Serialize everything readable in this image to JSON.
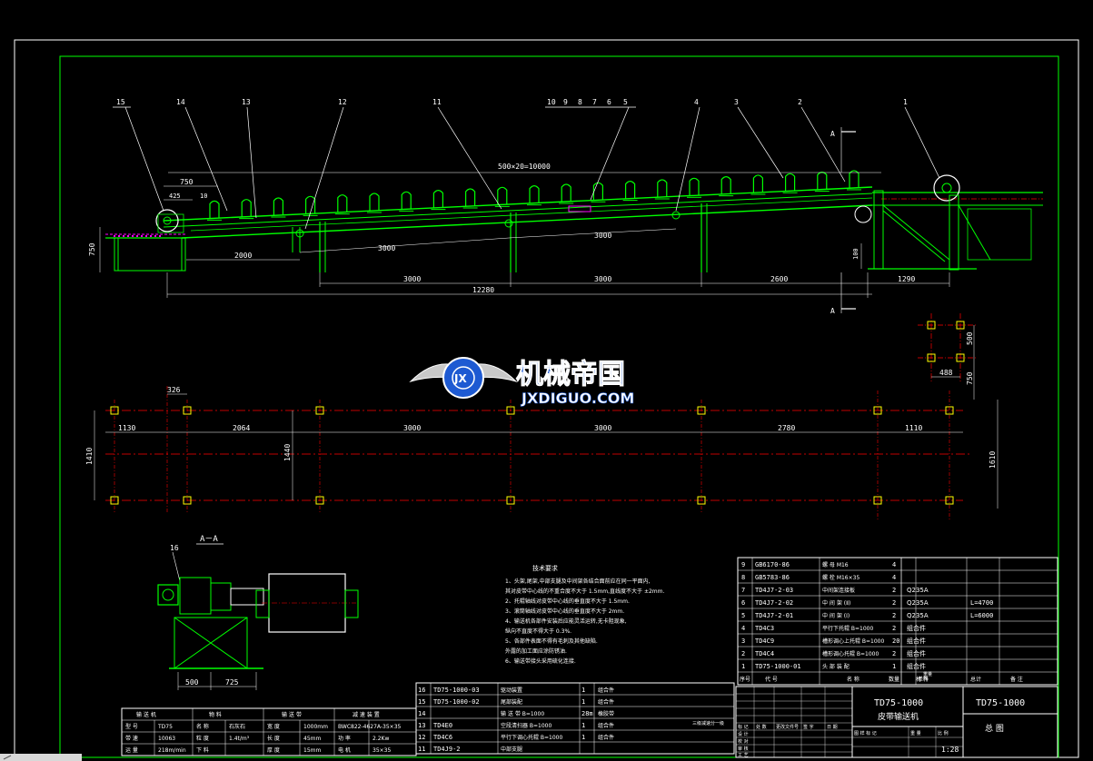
{
  "colors": {
    "background": "#000000",
    "frame": "#ffffff",
    "inner_frame": "#00ff00",
    "structure": "#00ff00",
    "dimension": "#ffffff",
    "centerline": "#ff0000",
    "leader": "#ffffff",
    "highlight": "#ff00ff",
    "table_line": "#ffffff",
    "accent_yellow": "#ffff00",
    "watermark_blue": "#1e5ad2"
  },
  "elevation": {
    "part_numbers": [
      "15",
      "14",
      "13",
      "12",
      "11",
      "10",
      "9",
      "8",
      "7",
      "6",
      "5",
      "4",
      "3",
      "2",
      "1"
    ],
    "section_mark": "A",
    "dims": {
      "top_span": "500×20=10000",
      "left_750": "750",
      "left_425": "425",
      "left_10": "10",
      "height_750": "750",
      "d2000": "2000",
      "d3000a": "3000",
      "d3000b": "3000",
      "b3000a": "3000",
      "b3000b": "3000",
      "b2600": "2600",
      "b1290": "1290",
      "total": "12280",
      "h100": "100"
    }
  },
  "plan": {
    "dims": {
      "d326": "326",
      "d1130": "1130",
      "d2064": "2064",
      "d3000a": "3000",
      "d3000b": "3000",
      "d2780": "2780",
      "d1110": "1110",
      "h1410": "1410",
      "h1440": "1440",
      "h1610": "1610"
    }
  },
  "foundation_detail": {
    "d500": "500",
    "d488": "488",
    "d750": "750"
  },
  "section_view": {
    "title": "A－A",
    "part_no": "16",
    "d500": "500",
    "d725": "725"
  },
  "notes": {
    "title": "技术要求",
    "lines": [
      "1、头架,尾架,中部支腿及中间架各结合面前应在同一平面内,",
      "   其对皮带中心线的不重合度不大于  1.5mm,直线度不大于  ±2mm.",
      "2、托辊轴线对皮带中心线的垂直度不大于  1.5mm.",
      "3、滚筒轴线对皮带中心线的垂直度不大于  2mm.",
      "4、输送机各部件安装后应能灵活运转,无卡阻现象,",
      "   纵向不直度不得大于  0.3%.",
      "5、各部件表面不得有毛刺及其他缺陷.",
      "   外露的加工面应涂防锈油.",
      "6、输送带接头采用硫化连接."
    ]
  },
  "watermark": {
    "cn": "机械帝国",
    "en": "JXDIGUO.COM",
    "badge": "JX"
  },
  "bom": {
    "rows": [
      {
        "no": "9",
        "code": "GB6170-86",
        "name": "螺  母  M16",
        "qty": "4",
        "material": "",
        "weight": "",
        "remark": ""
      },
      {
        "no": "8",
        "code": "GB5783-86",
        "name": "螺  栓  M16×35",
        "qty": "4",
        "material": "",
        "weight": "",
        "remark": ""
      },
      {
        "no": "7",
        "code": "TD4J7-2-03",
        "name": "中间架连接板",
        "qty": "2",
        "material": "Q235A",
        "weight": "",
        "remark": ""
      },
      {
        "no": "6",
        "code": "TD4J7-2-02",
        "name": "中 间 架  (Ⅱ)",
        "qty": "2",
        "material": "Q235A",
        "weight": "",
        "remark": "L=4700"
      },
      {
        "no": "5",
        "code": "TD4J7-2-01",
        "name": "中 间 架  (Ⅰ)",
        "qty": "2",
        "material": "Q235A",
        "weight": "",
        "remark": "L=6000"
      },
      {
        "no": "4",
        "code": "TD4C3",
        "name": "平行下托辊      B=1000",
        "qty": "2",
        "material": "组合件",
        "weight": "",
        "remark": ""
      },
      {
        "no": "3",
        "code": "TD4C9",
        "name": "槽形调心上托辊  B=1000",
        "qty": "20",
        "material": "组合件",
        "weight": "",
        "remark": ""
      },
      {
        "no": "2",
        "code": "TD4C4",
        "name": "槽形调心托辊    B=1000",
        "qty": "2",
        "material": "组合件",
        "weight": "",
        "remark": ""
      },
      {
        "no": "1",
        "code": "TD75-1000-01",
        "name": "头 部 装 配",
        "qty": "1",
        "material": "组合件",
        "weight": "",
        "remark": ""
      }
    ],
    "header": [
      "序号",
      "代  号",
      "名  称",
      "数量",
      "材  料",
      "单件",
      "总计",
      "备  注"
    ],
    "header_weight": "重量"
  },
  "bom_lower": {
    "rows": [
      {
        "no": "16",
        "code": "TD75-1000-03",
        "name": "驱动装置",
        "qty": "1",
        "material": "组合件"
      },
      {
        "no": "15",
        "code": "TD75-1000-02",
        "name": "尾部装配",
        "qty": "1",
        "material": "组合件"
      },
      {
        "no": "14",
        "code": "",
        "name": "输 送 带     B=1000",
        "qty": "28m",
        "material": "橡胶带"
      },
      {
        "no": "13",
        "code": "TD4E0",
        "name": "空段清扫器    B=1000",
        "qty": "1",
        "material": "组合件"
      },
      {
        "no": "12",
        "code": "TD4C6",
        "name": "平行下调心托辊  B=1000",
        "qty": "1",
        "material": "组合件"
      },
      {
        "no": "11",
        "code": "TD4J9-2",
        "name": "中部支腿",
        "qty": "",
        "material": ""
      }
    ]
  },
  "spec_table": {
    "headers": [
      "输 送 机",
      "物  料",
      "输 送 带",
      "减 速 装 置"
    ],
    "rows": [
      [
        "型  号",
        "TD75",
        "名  称",
        "石灰石",
        "宽  度",
        "1000mm",
        "BWC822-4627A-35×35"
      ],
      [
        "带  速",
        "10063",
        "粒  度",
        "1.4t/m³",
        "长  度",
        "45mm",
        "功  率",
        "2.2Kw"
      ],
      [
        "运  量",
        "218m/min",
        "下  料",
        "",
        "厚  度",
        "15mm",
        "电  机",
        "35×35"
      ]
    ]
  },
  "title_block": {
    "drawing_no": "TD75-1000",
    "product_name": "皮带输送机",
    "sheet_title": "TD75-1000",
    "view_name": "总  图",
    "scale": "1:28",
    "side_note": "三级减速分一级",
    "labels": [
      "标 记",
      "处 数",
      "更改文件号",
      "签 字",
      "日 期",
      "设 计",
      "校 对",
      "审 核",
      "工 艺",
      "图 样 标 记",
      "重 量",
      "比 例"
    ]
  }
}
